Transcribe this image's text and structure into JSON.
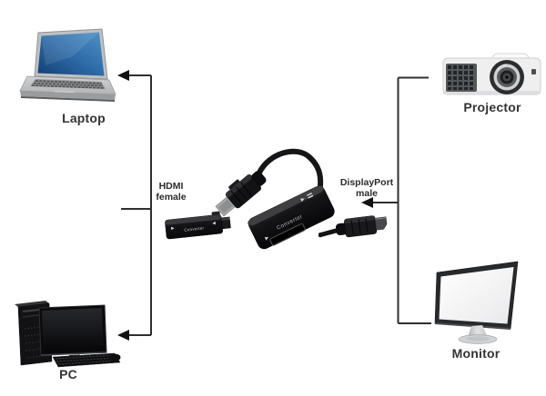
{
  "devices": {
    "laptop": {
      "label": "Laptop"
    },
    "pc": {
      "label": "PC"
    },
    "projector": {
      "label": "Projector"
    },
    "monitor": {
      "label": "Monitor"
    }
  },
  "connector_labels": {
    "hdmi": {
      "line1": "HDMI",
      "line2": "female"
    },
    "displayport": {
      "line1": "DisplayPort",
      "line2": "male"
    }
  },
  "adapter": {
    "brand_label": "Converter"
  },
  "colors": {
    "background": "#ffffff",
    "connection_line": "#2f2f2f",
    "arrowhead": "#111111",
    "label_text": "#333333",
    "laptop_screen_blue": "#2e6ba8",
    "device_black": "#121214"
  }
}
